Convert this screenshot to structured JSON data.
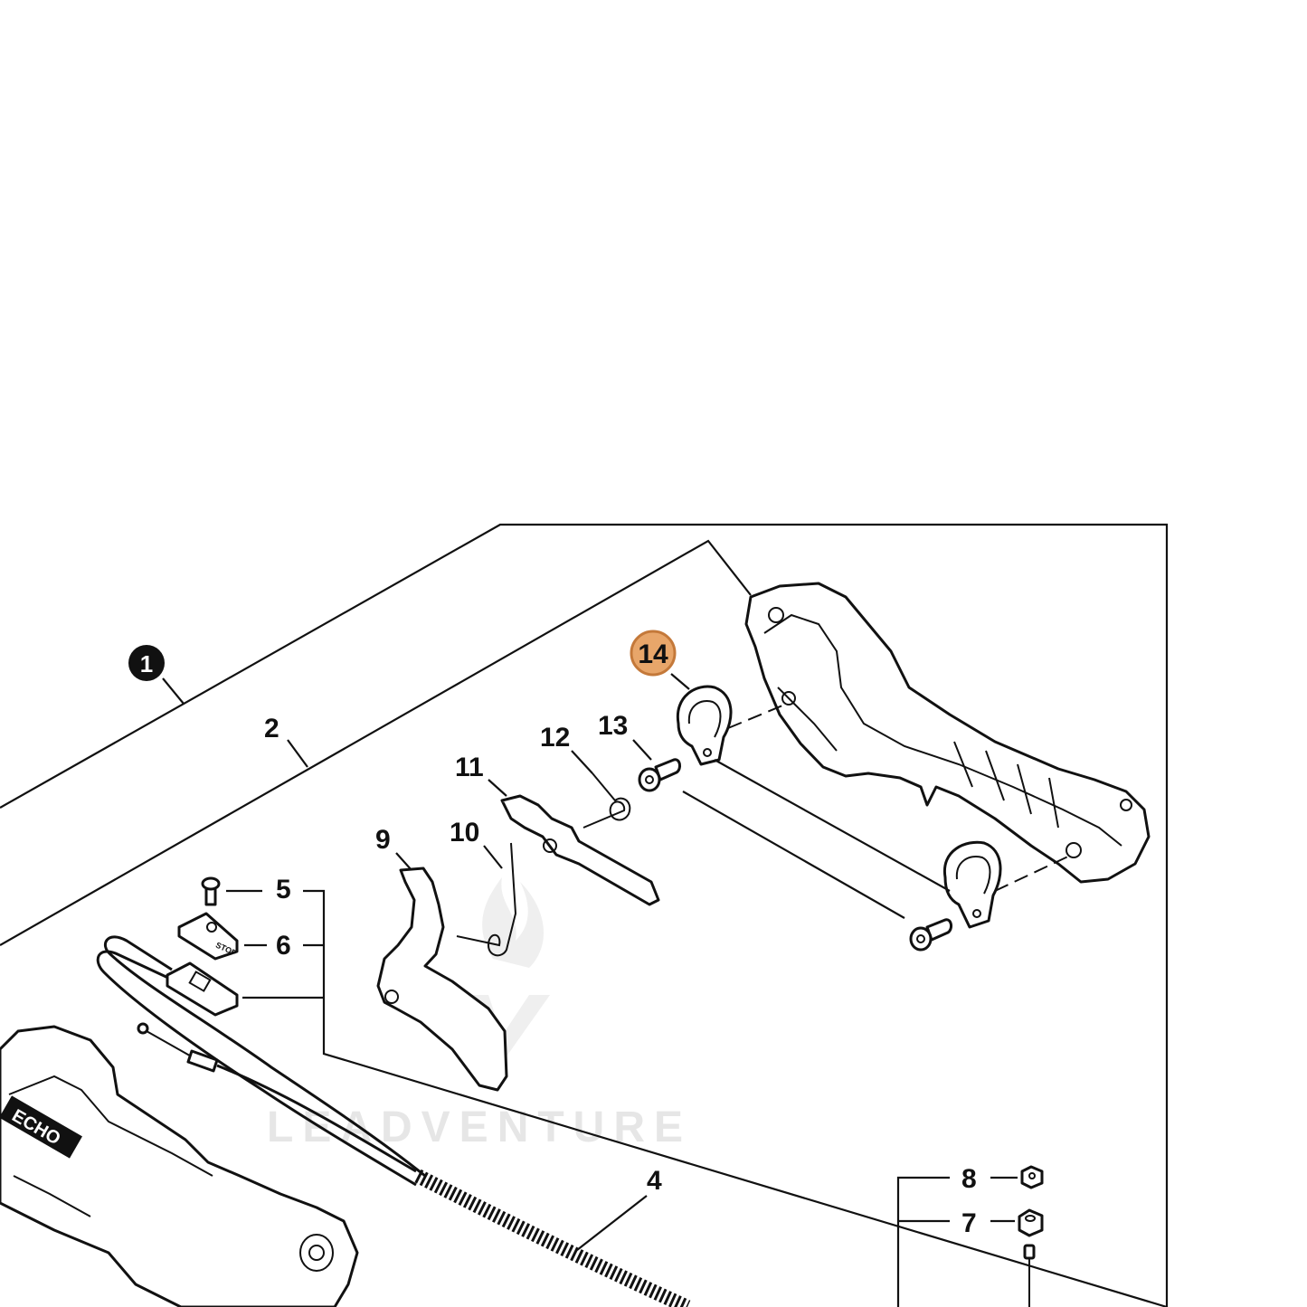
{
  "diagram": {
    "assembly_callout": "1",
    "callouts": {
      "c2": "2",
      "c4": "4",
      "c5": "5",
      "c6": "6",
      "c7": "7",
      "c8": "8",
      "c9": "9",
      "c10": "10",
      "c11": "11",
      "c12": "12",
      "c13": "13",
      "c14": "14"
    },
    "highlighted_callout": "14",
    "highlight_color": "#e8a66a",
    "highlight_ring_color": "#c4793a",
    "switch_plate_label": "STOP",
    "handle_brand_text": "ECHO",
    "watermark": "LEADVENTURE"
  }
}
